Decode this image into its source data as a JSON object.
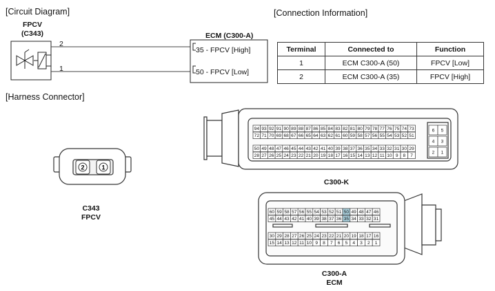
{
  "sections": {
    "circuit": "[Circuit Diagram]",
    "connection": "[Connection Information]",
    "harness": "[Harness Connector]"
  },
  "circuit": {
    "fpcv_name": "FPCV",
    "fpcv_code": "(C343)",
    "wire_top_num": "2",
    "wire_bottom_num": "1",
    "ecm_title": "ECM (C300-A)",
    "ecm_pins": [
      "35 - FPCV [High]",
      "50 - FPCV [Low]"
    ]
  },
  "table": {
    "headers": [
      "Terminal",
      "Connected to",
      "Function"
    ],
    "rows": [
      [
        "1",
        "ECM C300-A (50)",
        "FPCV [Low]"
      ],
      [
        "2",
        "ECM C300-A (35)",
        "FPCV [High]"
      ]
    ]
  },
  "harness": {
    "c343_pins": [
      "2",
      "1"
    ],
    "c343_caption": [
      "C343",
      "FPCV"
    ],
    "k_caption": "C300-K",
    "a_caption": [
      "C300-A",
      "ECM"
    ],
    "k_rows": [
      [
        "94",
        "93",
        "92",
        "91",
        "90",
        "89",
        "88",
        "87",
        "86",
        "85",
        "84",
        "83",
        "82",
        "81",
        "80",
        "79",
        "78",
        "77",
        "76",
        "75",
        "74",
        "73"
      ],
      [
        "72",
        "71",
        "70",
        "69",
        "68",
        "67",
        "66",
        "65",
        "64",
        "63",
        "62",
        "61",
        "60",
        "59",
        "58",
        "57",
        "56",
        "55",
        "54",
        "53",
        "52",
        "51"
      ],
      [
        "50",
        "49",
        "48",
        "47",
        "46",
        "45",
        "44",
        "43",
        "42",
        "41",
        "40",
        "39",
        "38",
        "37",
        "36",
        "35",
        "34",
        "33",
        "32",
        "31",
        "30",
        "29"
      ],
      [
        "28",
        "27",
        "26",
        "25",
        "24",
        "23",
        "22",
        "21",
        "20",
        "19",
        "18",
        "17",
        "16",
        "15",
        "14",
        "13",
        "12",
        "11",
        "10",
        "9",
        "8",
        "7"
      ]
    ],
    "k_side": [
      [
        "6",
        "5"
      ],
      [
        "4",
        "3"
      ],
      [
        "2",
        "1"
      ]
    ],
    "a_rows": [
      [
        "60",
        "59",
        "58",
        "57",
        "56",
        "55",
        "54",
        "53",
        "52",
        "51",
        "50",
        "49",
        "48",
        "47",
        "46"
      ],
      [
        "45",
        "44",
        "43",
        "42",
        "41",
        "40",
        "39",
        "38",
        "37",
        "36",
        "35",
        "34",
        "33",
        "32",
        "31"
      ],
      [
        "30",
        "29",
        "28",
        "27",
        "26",
        "25",
        "24",
        "23",
        "22",
        "21",
        "20",
        "19",
        "18",
        "17",
        "16"
      ],
      [
        "15",
        "14",
        "13",
        "12",
        "11",
        "10",
        "9",
        "8",
        "7",
        "6",
        "5",
        "4",
        "3",
        "2",
        "1"
      ]
    ],
    "a_highlight": [
      "50",
      "35"
    ],
    "highlight_color": "#a9cfdc"
  }
}
